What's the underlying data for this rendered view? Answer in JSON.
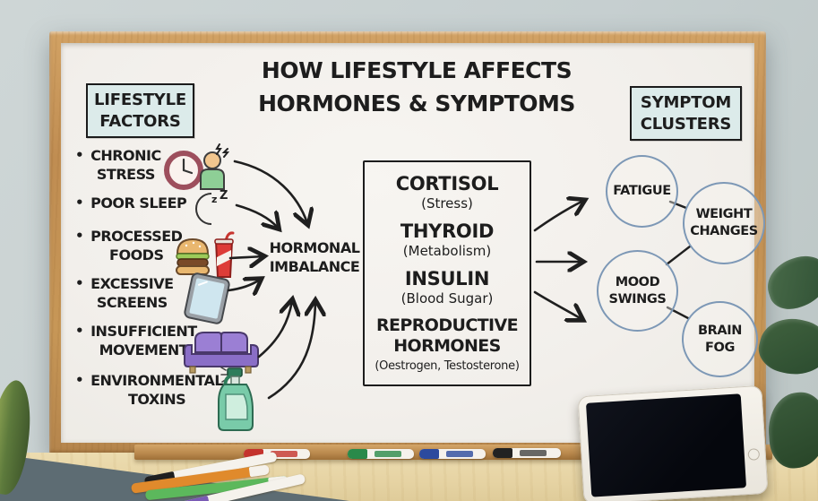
{
  "title": {
    "line1": "HOW LIFESTYLE AFFECTS",
    "line2": "HORMONES & SYMPTOMS"
  },
  "lifestyle": {
    "heading": "LIFESTYLE\nFACTORS",
    "bullet": "•",
    "items": [
      {
        "label": "CHRONIC\nSTRESS",
        "icon": "stressed-person-clock-icon"
      },
      {
        "label": "POOR SLEEP",
        "icon": "sleep-moon-icon"
      },
      {
        "label": "PROCESSED\nFOODS",
        "icon": "burger-soda-icon"
      },
      {
        "label": "EXCESSIVE\nSCREENS",
        "icon": "tablet-screen-icon"
      },
      {
        "label": "INSUFFICIENT\nMOVEMENT",
        "icon": "couch-icon"
      },
      {
        "label": "ENVIRONMENTAL\nTOXINS",
        "icon": "spray-bottle-icon"
      }
    ]
  },
  "hub": {
    "label": "HORMONAL\nIMBALANCE"
  },
  "hormones": {
    "items": [
      {
        "name": "CORTISOL",
        "sub": "(Stress)"
      },
      {
        "name": "THYROID",
        "sub": "(Metabolism)"
      },
      {
        "name": "INSULIN",
        "sub": "(Blood Sugar)"
      },
      {
        "name": "REPRODUCTIVE\nHORMONES",
        "sub": "(Oestrogen, Testosterone)"
      }
    ]
  },
  "symptoms": {
    "heading": "SYMPTOM\nCLUSTERS",
    "items": [
      {
        "label": "FATIGUE"
      },
      {
        "label": "WEIGHT\nCHANGES"
      },
      {
        "label": "MOOD\nSWINGS"
      },
      {
        "label": "BRAIN\nFOG"
      }
    ]
  },
  "scene": {
    "tray_markers": [
      "red",
      "green",
      "blue",
      "black"
    ],
    "desk_markers": [
      "black",
      "orange",
      "green",
      "purple"
    ],
    "props": [
      "wooden-frame-whiteboard",
      "marker-tray",
      "tablet-on-desk",
      "plant-leaves"
    ]
  },
  "palette": {
    "wall": "#c6cfd0",
    "frame_wood": "#c08d52",
    "board": "#f2efeb",
    "label_fill": "#dcebea",
    "circle_stroke": "#7d98b6",
    "ink": "#1d1d1d",
    "desk_wood": "#e6d3a3"
  }
}
